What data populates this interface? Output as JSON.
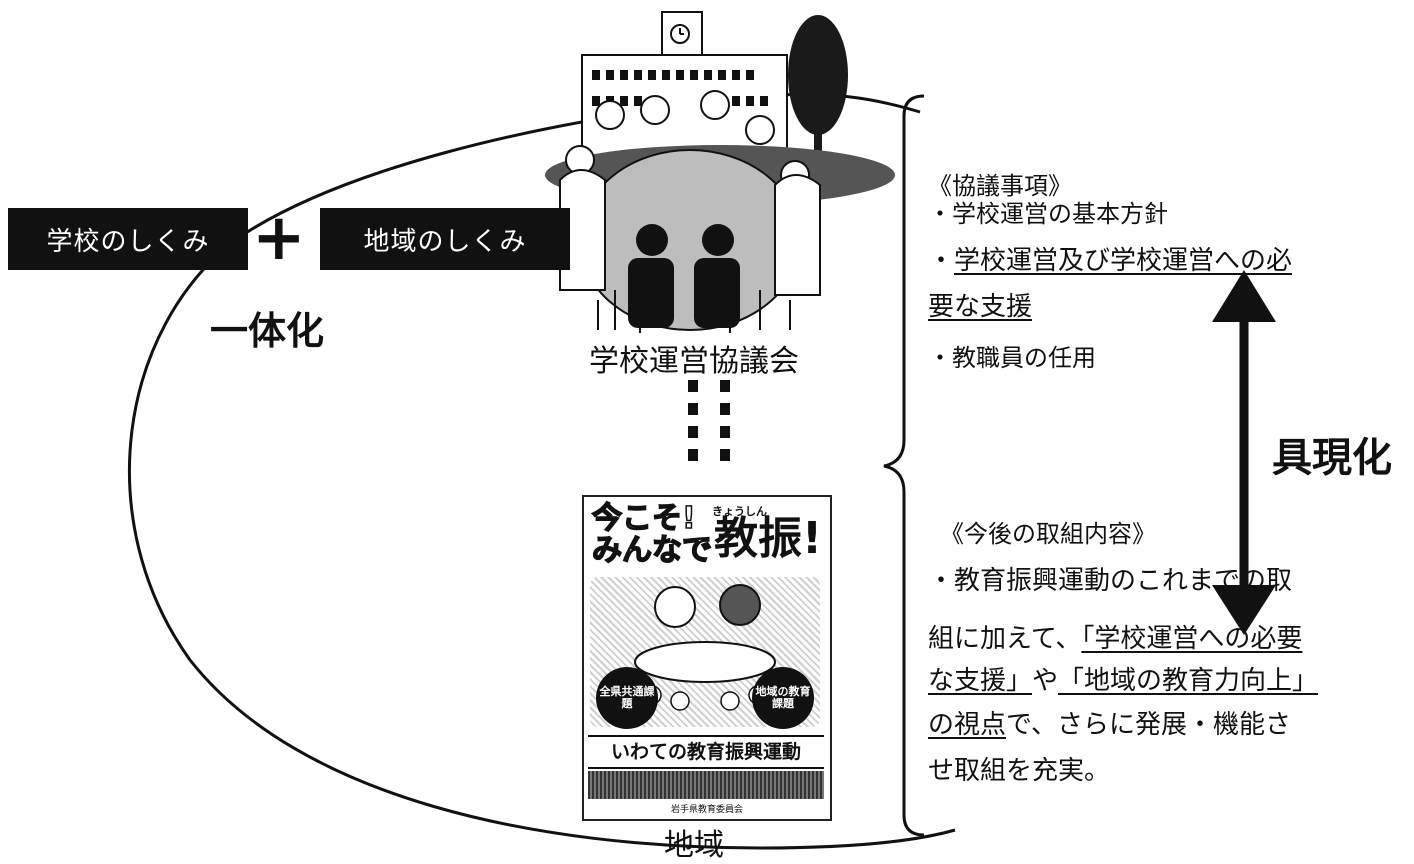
{
  "left_boxes": {
    "school": "学校のしくみ",
    "plus": "+",
    "region": "地域のしくみ"
  },
  "unify_label": "一体化",
  "council_label": "学校運営協議会",
  "region_label": "地域",
  "realize_label": "具現化",
  "agenda": {
    "heading": "《協議事項》",
    "item1": "・学校運営の基本方針",
    "item2_bullet": "・",
    "item2_line1": "学校運営及び学校運営への必",
    "item2_line2": "要な支援",
    "item3": "・教職員の任用"
  },
  "future": {
    "heading": "《今後の取組内容》",
    "line1": "・教育振興運動のこれまでの取",
    "line2_plain": "組に加えて、",
    "line2_u": "「学校運営への必要",
    "line3_u": "な支援」",
    "line3_plain": "や",
    "line3_u2": "「地域の教育力向上」",
    "line4_u": "の視点",
    "line4_plain": "で、さらに発展・機能さ",
    "line5": "せ取組を充実。"
  },
  "poster": {
    "headline1": "今こそ!",
    "headline2": "みんなで",
    "ruby": "きょうしん",
    "big": "教振!",
    "badge_left": "全県共通課題",
    "badge_right": "地域の教育課題",
    "title": "いわての教育振興運動",
    "footer": "岩手県教育委員会"
  }
}
